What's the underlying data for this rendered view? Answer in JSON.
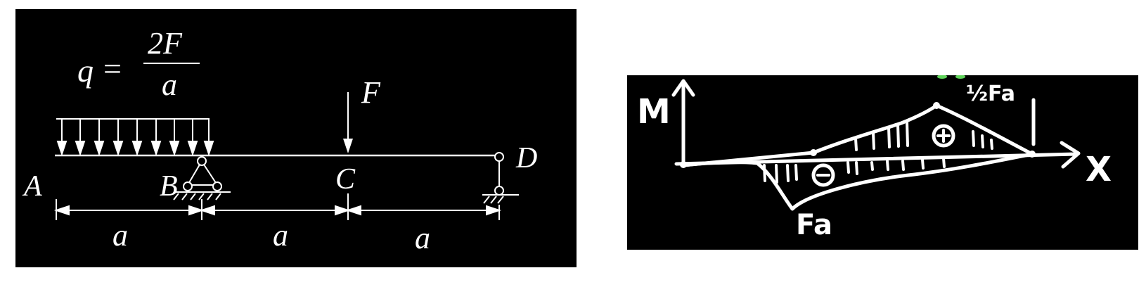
{
  "beam_diagram": {
    "load_formula": {
      "lhs": "q",
      "eq": "=",
      "numerator": "2F",
      "denominator": "a"
    },
    "point_load_label": "F",
    "points": {
      "A": "A",
      "B": "B",
      "C": "C",
      "D": "D"
    },
    "spans": [
      "a",
      "a",
      "a"
    ]
  },
  "moment_diagram": {
    "y_axis_label": "M",
    "x_axis_label": "X",
    "max_positive_label": "½Fa",
    "max_negative_label": "Fa",
    "positive_sign": "⊕",
    "negative_sign": "⊖",
    "colors": {
      "background": "#000000",
      "stroke": "#ffffff"
    }
  }
}
